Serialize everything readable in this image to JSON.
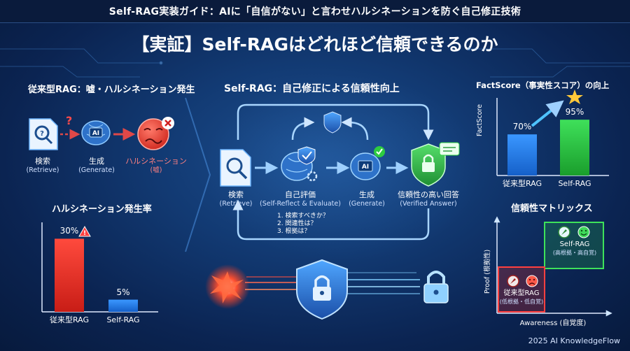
{
  "header": {
    "title": "Self-RAG実装ガイド：AIに「自信がない」と言わせハルシネーションを防ぐ自己修正技術",
    "heading": "【実証】Self-RAGはどれほど信頼できるのか"
  },
  "left_flow": {
    "title": "従来型RAG：嘘・ハルシネーション発生",
    "steps": [
      {
        "label": "検索",
        "sub": "(Retrieve)"
      },
      {
        "label": "生成",
        "sub": "(Generate)"
      },
      {
        "label": "ハルシネーション",
        "sub": "(嘘)"
      }
    ]
  },
  "center_flow": {
    "title": "Self-RAG：自己修正による信頼性向上",
    "steps": [
      {
        "label": "検索",
        "sub": "(Retrieve)"
      },
      {
        "label": "自己評価",
        "sub": "(Self-Reflect & Evaluate)"
      },
      {
        "label": "生成",
        "sub": "(Generate)"
      },
      {
        "label": "信頼性の高い回答",
        "sub": "(Verified Answer)"
      }
    ],
    "checks": [
      "1. 検索すべきか？",
      "2. 関連性は？",
      "3. 根拠は？"
    ]
  },
  "factscore": {
    "title": "FactScore（事実性スコア）の向上",
    "ylabel": "FactScore",
    "chart_data": {
      "type": "bar",
      "categories": [
        "従来型RAG",
        "Self-RAG"
      ],
      "values": [
        70,
        95
      ],
      "value_labels": [
        "70%",
        "95%"
      ],
      "ylim": [
        0,
        100
      ]
    }
  },
  "hallucination_rate": {
    "title": "ハルシネーション発生率",
    "chart_data": {
      "type": "bar",
      "categories": [
        "従来型RAG",
        "Self-RAG"
      ],
      "values": [
        30,
        5
      ],
      "value_labels": [
        "30%",
        "5%"
      ],
      "ylim": [
        0,
        35
      ]
    }
  },
  "matrix": {
    "title": "信頼性マトリックス",
    "ylabel": "Proof (根拠性)",
    "xlabel": "Awareness (自覚度)",
    "selfrag": {
      "label": "Self-RAG",
      "sub": "(高根拠・高自覚)"
    },
    "rag": {
      "label": "従来型RAG",
      "sub": "(低根拠・低自覚)"
    }
  },
  "footer": "2025 AI KnowledgeFlow",
  "colors": {
    "accent": "#4fb0ff",
    "danger": "#e53935",
    "good": "#2ecc40",
    "bar_blue": "#1f7ae0",
    "bar_green": "#2cc43c"
  }
}
